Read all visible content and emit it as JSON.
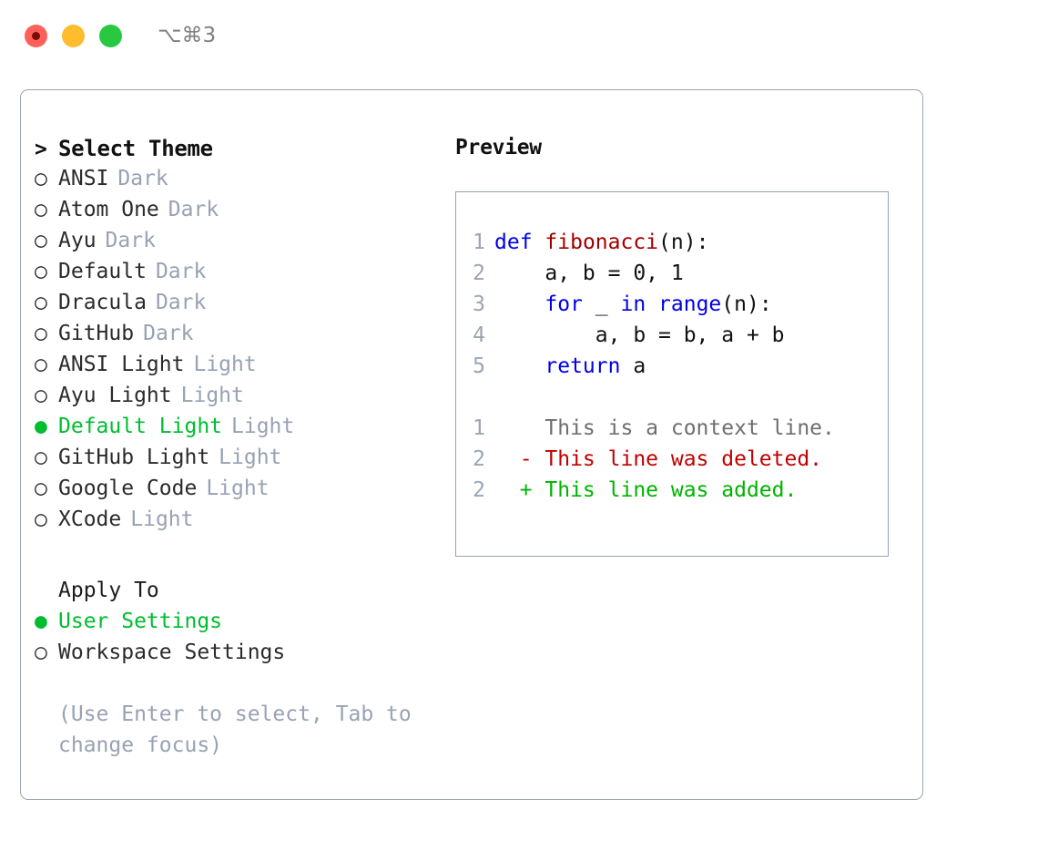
{
  "titlebar": {
    "traffic_lights": [
      "close-button",
      "minimize-button",
      "maximize-button"
    ],
    "shortcut": "⌥⌘3"
  },
  "theme_list": {
    "header": "Select Theme",
    "header_marker": ">",
    "bullet_selected": "●",
    "bullet_unselected": "○",
    "items": [
      {
        "label": "ANSI",
        "tag": "Dark",
        "selected": false
      },
      {
        "label": "Atom One",
        "tag": "Dark",
        "selected": false
      },
      {
        "label": "Ayu",
        "tag": "Dark",
        "selected": false
      },
      {
        "label": "Default",
        "tag": "Dark",
        "selected": false
      },
      {
        "label": "Dracula",
        "tag": "Dark",
        "selected": false
      },
      {
        "label": "GitHub",
        "tag": "Dark",
        "selected": false
      },
      {
        "label": "ANSI Light",
        "tag": "Light",
        "selected": false
      },
      {
        "label": "Ayu Light",
        "tag": "Light",
        "selected": false
      },
      {
        "label": "Default Light",
        "tag": "Light",
        "selected": true
      },
      {
        "label": "GitHub Light",
        "tag": "Light",
        "selected": false
      },
      {
        "label": "Google Code",
        "tag": "Light",
        "selected": false
      },
      {
        "label": "XCode",
        "tag": "Light",
        "selected": false
      }
    ]
  },
  "apply_to": {
    "header": "Apply To",
    "items": [
      {
        "label": "User Settings",
        "selected": true
      },
      {
        "label": "Workspace Settings",
        "selected": false
      }
    ]
  },
  "hint": "(Use Enter to select, Tab to change focus)",
  "preview": {
    "title": "Preview",
    "code_lines": [
      {
        "no": "1",
        "tokens": [
          {
            "t": "def",
            "c": "kw"
          },
          {
            "t": " ",
            "c": "plain"
          },
          {
            "t": "fibonacci",
            "c": "fn"
          },
          {
            "t": "(n):",
            "c": "plain"
          }
        ]
      },
      {
        "no": "2",
        "tokens": [
          {
            "t": "    a, b = 0, 1",
            "c": "plain"
          }
        ]
      },
      {
        "no": "3",
        "tokens": [
          {
            "t": "    ",
            "c": "plain"
          },
          {
            "t": "for",
            "c": "kw"
          },
          {
            "t": " _ ",
            "c": "plain"
          },
          {
            "t": "in",
            "c": "kw"
          },
          {
            "t": " ",
            "c": "plain"
          },
          {
            "t": "range",
            "c": "kw"
          },
          {
            "t": "(n):",
            "c": "plain"
          }
        ]
      },
      {
        "no": "4",
        "tokens": [
          {
            "t": "        a, b = b, a + b",
            "c": "plain"
          }
        ]
      },
      {
        "no": "5",
        "tokens": [
          {
            "t": "    ",
            "c": "plain"
          },
          {
            "t": "return",
            "c": "kw"
          },
          {
            "t": " a",
            "c": "plain"
          }
        ]
      }
    ],
    "diff_lines": [
      {
        "no": "1",
        "marker": " ",
        "text": " This is a context line.",
        "kind": "diff-ctx"
      },
      {
        "no": "2",
        "marker": "-",
        "text": " This line was deleted.",
        "kind": "diff-del"
      },
      {
        "no": "2",
        "marker": "+",
        "text": " This line was added.",
        "kind": "diff-add"
      }
    ]
  },
  "colors": {
    "accent_green": "#00bd2f",
    "muted": "#98a2b3",
    "border": "#98a4b3",
    "keyword_blue": "#0000e6",
    "function_red": "#a00000",
    "diff_add": "#00b300",
    "diff_del": "#c00000",
    "traffic_red": "#ff6058",
    "traffic_yellow": "#ffbd2e",
    "traffic_green": "#28c840"
  }
}
